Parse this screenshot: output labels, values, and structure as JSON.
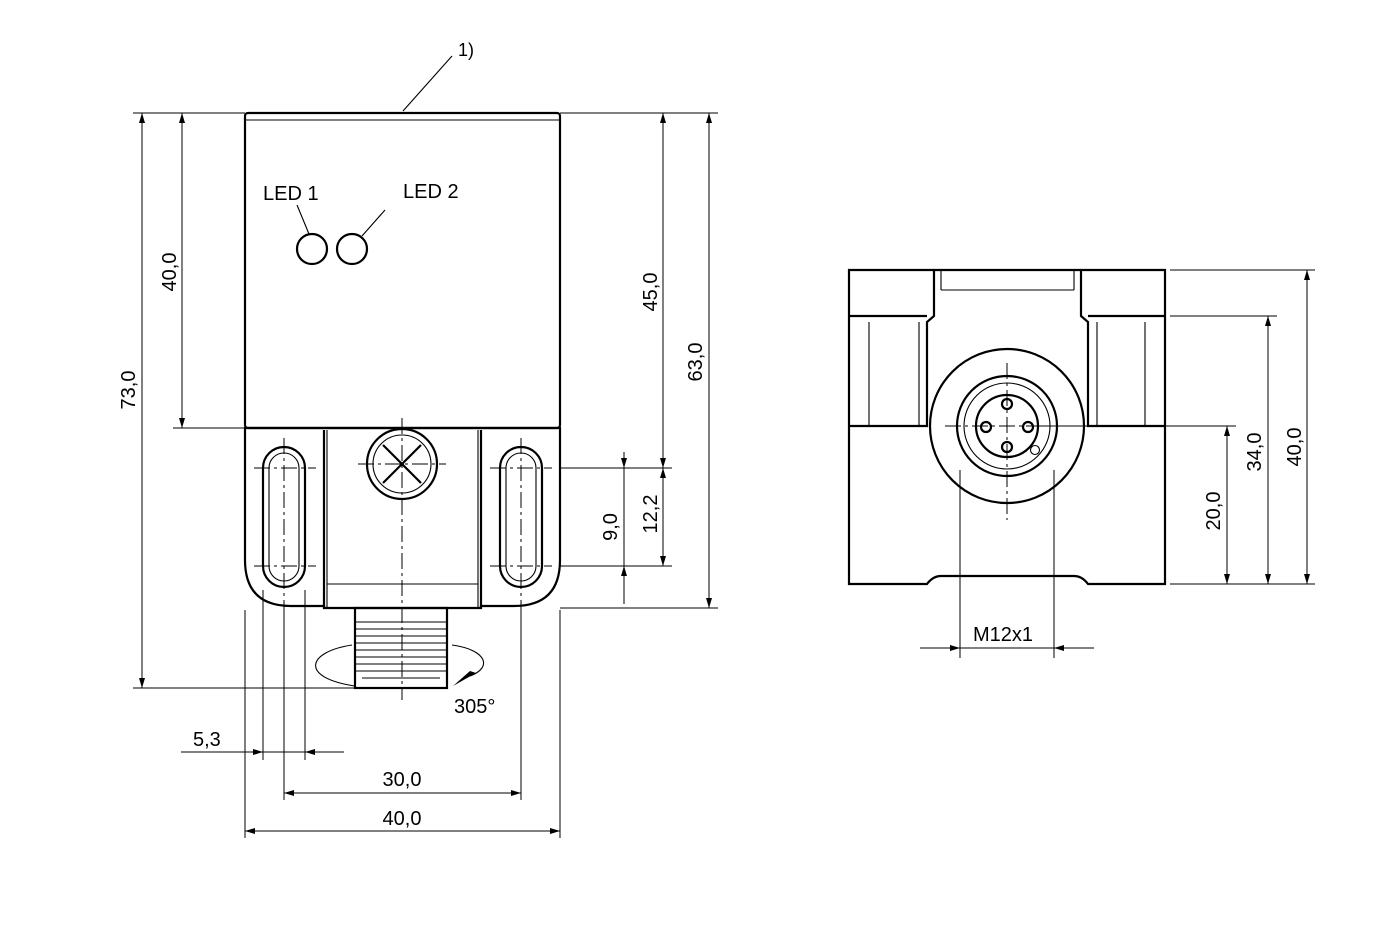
{
  "labels": {
    "note_marker": "1)",
    "led1": "LED 1",
    "led2": "LED 2",
    "rotation": "305°",
    "thread": "M12x1"
  },
  "dimensions": {
    "total_height": "73,0",
    "housing_height": "40,0",
    "upper_height": "45,0",
    "overall_height": "63,0",
    "slot_pitch": "12,2",
    "slot_length": "9,0",
    "slot_width": "5,3",
    "hole_spacing": "30,0",
    "total_width": "40,0",
    "side_width": "40,0",
    "side_inner": "34,0",
    "connector_axis": "20,0"
  }
}
